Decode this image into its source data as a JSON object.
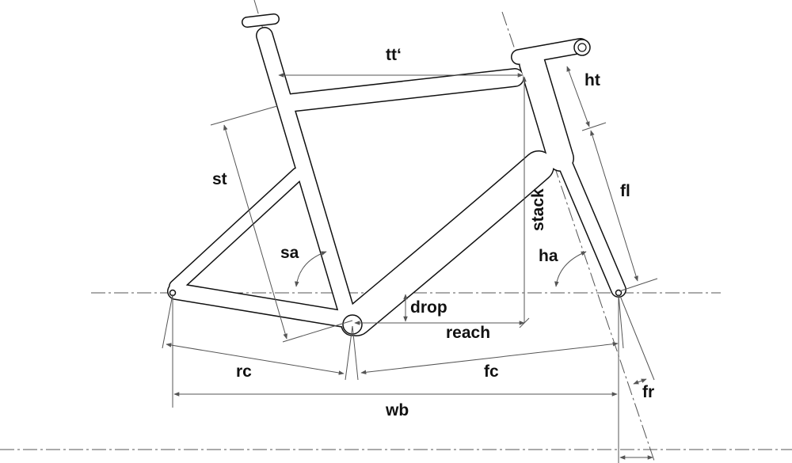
{
  "diagram": {
    "title": "Bicycle frame geometry",
    "labels": {
      "top_tube": "tt‘",
      "head_tube": "ht",
      "seat_tube": "st",
      "stack": "stack",
      "fork_length": "fl",
      "seat_angle": "sa",
      "head_angle": "ha",
      "bb_drop": "drop",
      "reach": "reach",
      "rear_center": "rc",
      "front_center": "fc",
      "wheelbase": "wb",
      "fork_rake": "fr"
    },
    "colors": {
      "frame": "#111111",
      "dimension": "#555555",
      "background": "#ffffff"
    }
  }
}
